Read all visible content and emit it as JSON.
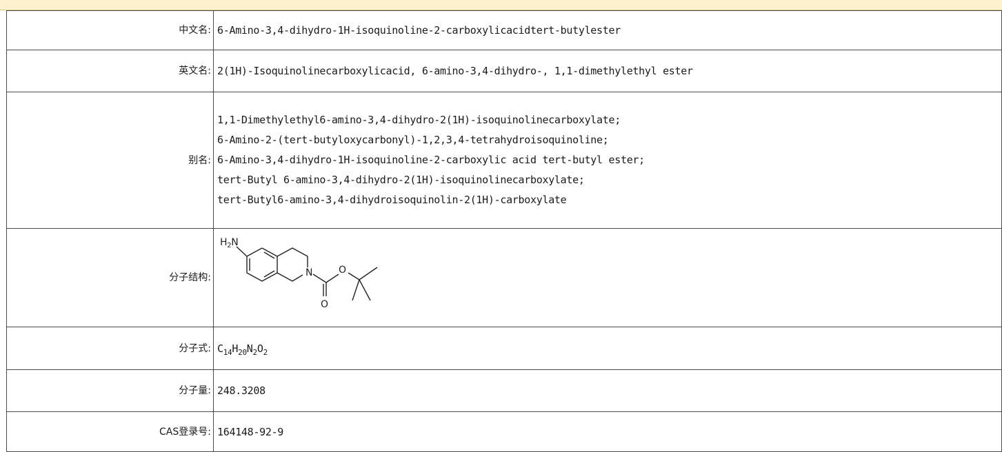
{
  "rows": {
    "chinese_name": {
      "label": "中文名:",
      "value": "6-Amino-3,4-dihydro-1H-isoquinoline-2-carboxylicacidtert-butylester"
    },
    "english_name": {
      "label": "英文名:",
      "value": "2(1H)-Isoquinolinecarboxylicacid, 6-amino-3,4-dihydro-, 1,1-dimethylethyl ester"
    },
    "aliases": {
      "label": "别名:",
      "items": [
        "1,1-Dimethylethyl6-amino-3,4-dihydro-2(1H)-isoquinolinecarboxylate;",
        "6-Amino-2-(tert-butyloxycarbonyl)-1,2,3,4-tetrahydroisoquinoline;",
        "6-Amino-3,4-dihydro-1H-isoquinoline-2-carboxylic acid tert-butyl ester;",
        "tert-Butyl 6-amino-3,4-dihydro-2(1H)-isoquinolinecarboxylate;",
        "tert-Butyl6-amino-3,4-dihydroisoquinolin-2(1H)-carboxylate"
      ]
    },
    "structure": {
      "label": "分子结构:",
      "atoms": {
        "amine": "H",
        "amine_sub": "2",
        "amine_tail": "N",
        "ring_n": "N",
        "ester_o": "O",
        "carbonyl_o": "O"
      }
    },
    "formula": {
      "label": "分子式:",
      "parts": [
        {
          "el": "C",
          "n": "14"
        },
        {
          "el": "H",
          "n": "20"
        },
        {
          "el": "N",
          "n": "2"
        },
        {
          "el": "O",
          "n": "2"
        }
      ]
    },
    "molecular_weight": {
      "label": "分子量:",
      "value": "248.3208"
    },
    "cas": {
      "label": "CAS登录号:",
      "value": "164148-92-9"
    }
  },
  "colors": {
    "header_bar": "#fdf2cd",
    "border": "#4a4a4a"
  }
}
